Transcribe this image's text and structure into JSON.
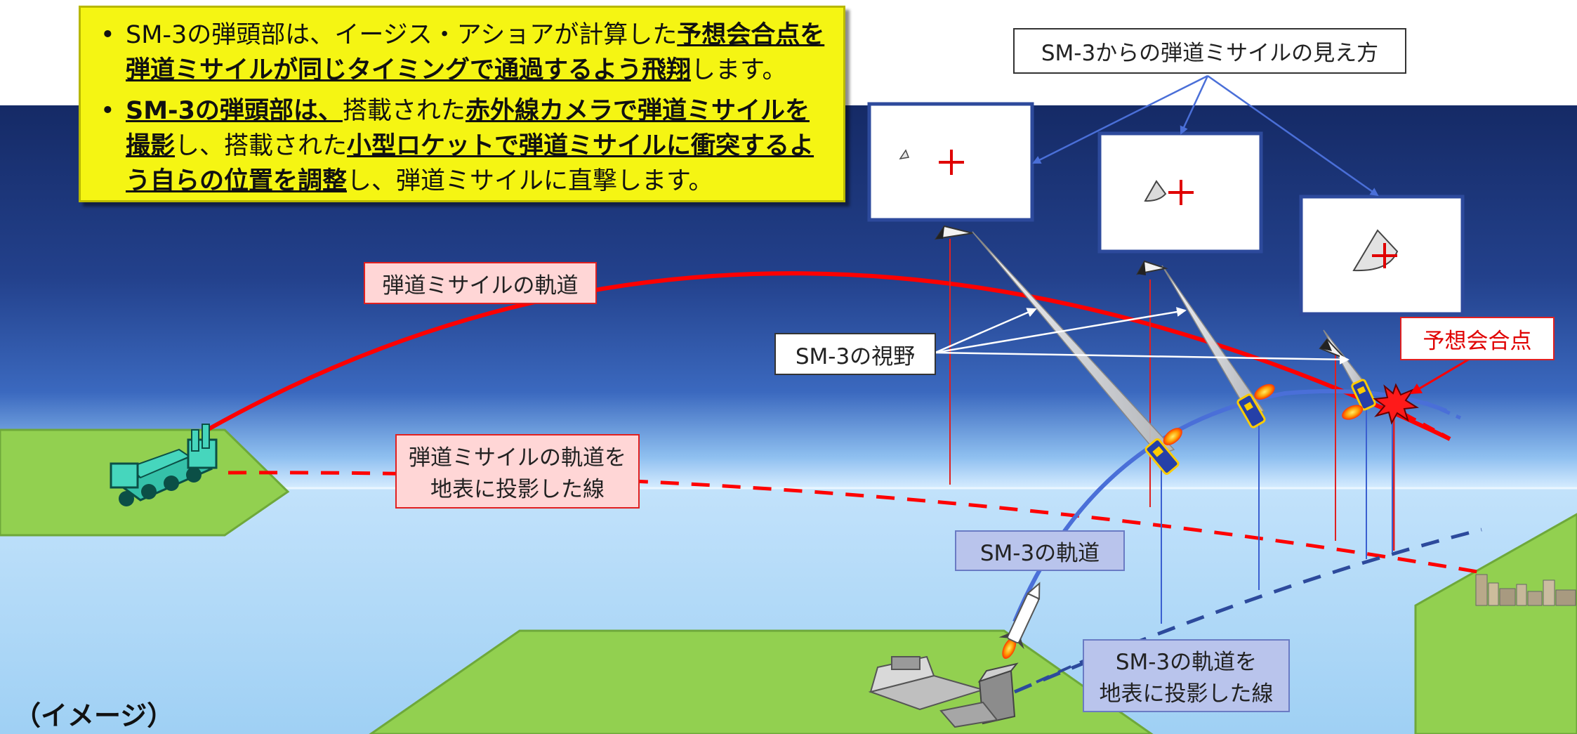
{
  "callout": {
    "bullet1": [
      {
        "t": "SM-3の弾頭部は、イージス・アショアが計算した",
        "b": false
      },
      {
        "t": "予想会合点を弾道ミサイルが同じタイミングで通過するよう飛翔",
        "b": true
      },
      {
        "t": "します。",
        "b": false
      }
    ],
    "bullet2": [
      {
        "t": "SM-3の弾頭部は、",
        "b": true
      },
      {
        "t": "搭載された",
        "b": false
      },
      {
        "t": "赤外線カメラで弾道ミサイルを撮影",
        "b": true
      },
      {
        "t": "し、搭載された",
        "b": false
      },
      {
        "t": "小型ロケットで弾道ミサイルに衝突するよう自らの位置を調整",
        "b": true
      },
      {
        "t": "し、弾道ミサイルに直撃します。",
        "b": false
      }
    ]
  },
  "labels": {
    "view_title": "SM-3からの弾道ミサイルの見え方",
    "missile_traj": "弾道ミサイルの軌道",
    "missile_proj_1": "弾道ミサイルの軌道を",
    "missile_proj_2": "地表に投影した線",
    "sm3_fov": "SM-3の視野",
    "intercept": "予想会合点",
    "sm3_traj": "SM-3の軌道",
    "sm3_proj_1": "SM-3の軌道を",
    "sm3_proj_2": "地表に投影した線",
    "image_note": "（イメージ）"
  },
  "colors": {
    "sky_top": "#152a66",
    "sky_mid": "#2b4f9e",
    "horizon": "#d6ecff",
    "ground": "#a9d6f5",
    "land": "#92d050",
    "missile_traj": "#ff0000",
    "sm3_traj": "#4a6fd8",
    "callout_bg": "#f5f513"
  },
  "icons": [
    "launcher-truck-icon",
    "aegis-ashore-facility-icon",
    "sm3-interceptor-icon",
    "city-skyline-icon",
    "ballistic-missile-warhead-icon",
    "explosion-icon",
    "crosshair-icon"
  ]
}
